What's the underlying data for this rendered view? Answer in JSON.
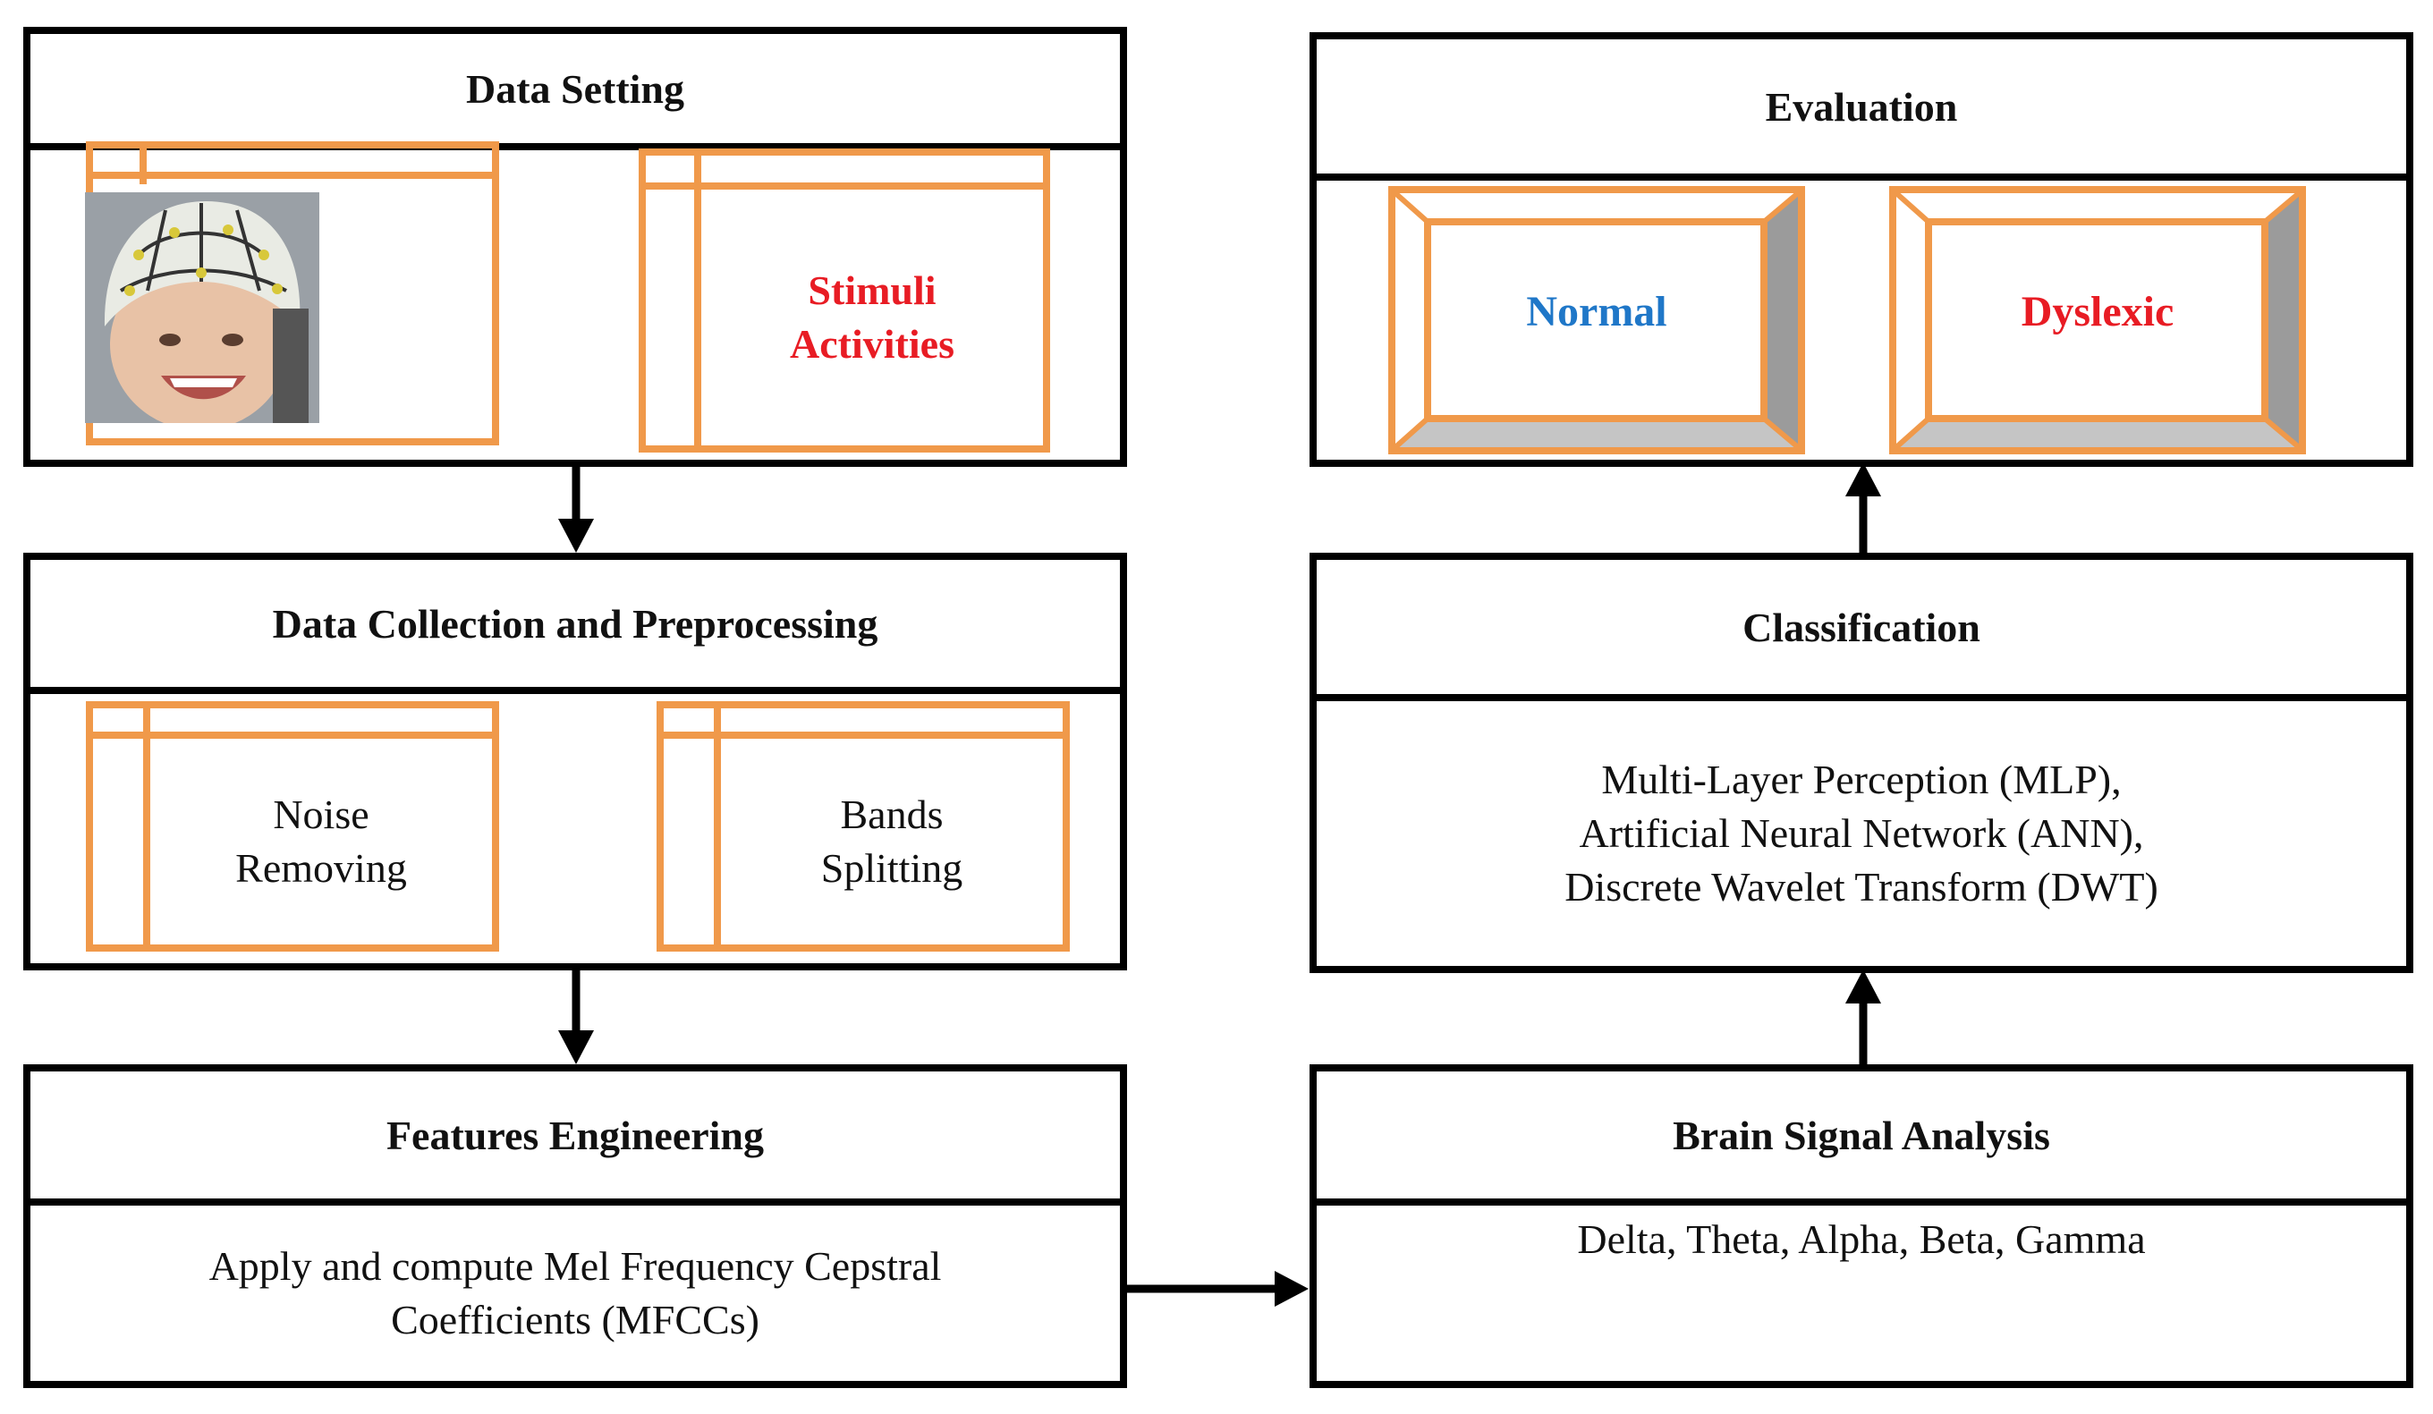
{
  "data_setting": {
    "title": "Data Setting",
    "stimuli_line1": "Stimuli",
    "stimuli_line2": "Activities"
  },
  "data_collection": {
    "title": "Data Collection and Preprocessing",
    "noise_line1": "Noise",
    "noise_line2": "Removing",
    "bands_line1": "Bands",
    "bands_line2": "Splitting"
  },
  "features": {
    "title": "Features Engineering",
    "line1": "Apply and compute Mel Frequency Cepstral",
    "line2": "Coefficients (MFCCs)"
  },
  "evaluation": {
    "title": "Evaluation",
    "normal": "Normal",
    "dyslexic": "Dyslexic"
  },
  "classification": {
    "title": "Classification",
    "line1": "Multi-Layer Perception (MLP),",
    "line2": "Artificial Neural Network (ANN),",
    "line3": "Discrete Wavelet Transform (DWT)"
  },
  "brain_signal": {
    "title": "Brain Signal Analysis",
    "bands": "Delta, Theta, Alpha, Beta, Gamma"
  },
  "colors": {
    "orange_frame": "#f0994a",
    "red_text": "#e81c24",
    "blue_text": "#1f77c8"
  }
}
